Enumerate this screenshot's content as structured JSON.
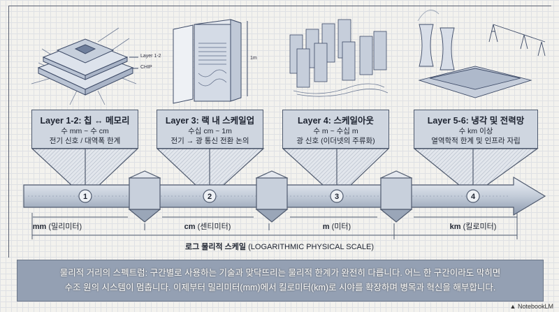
{
  "illustrations": {
    "chip_labels": [
      "Layer 1-2",
      "CHIP"
    ],
    "rack_height_label": "1m"
  },
  "layers": [
    {
      "title": "Layer 1-2: 칩 ↔ 메모리",
      "range": "수 mm ~ 수 cm",
      "note": "전기 신호 / 대역폭 한계",
      "marker": "1"
    },
    {
      "title": "Layer 3: 랙 내 스케일업",
      "range": "수십 cm ~ 1m",
      "note": "전기 → 광 통신 전환 논의",
      "marker": "2"
    },
    {
      "title": "Layer 4: 스케일아웃",
      "range": "수 m ~ 수십 m",
      "note": "광 신호 (이더넷의 주류화)",
      "marker": "3"
    },
    {
      "title": "Layer 5-6: 냉각 및 전력망",
      "range": "수 km 이상",
      "note": "열역학적 한계 및 인프라 자립",
      "marker": "4"
    }
  ],
  "units": [
    {
      "abbr": "mm",
      "name": "(밀리미터)"
    },
    {
      "abbr": "cm",
      "name": "(센티미터)"
    },
    {
      "abbr": "m",
      "name": "(미터)"
    },
    {
      "abbr": "km",
      "name": "(킬로미터)"
    }
  ],
  "scale": {
    "label_ko": "로그 물리적 스케일",
    "label_en": "(LOGARITHMIC PHYSICAL SCALE)"
  },
  "caption": {
    "line1": "물리적 거리의 스펙트럼: 구간별로 사용하는 기술과 맞닥뜨리는 물리적 한계가 완전히 다릅니다. 어느 한 구간이라도 막히면",
    "line2": "수조 원의 시스템이 멈춥니다. 이제부터 밀리미터(mm)에서 킬로미터(km)로 시야를 확장하며 병목과 혁신을 해부합니다."
  },
  "brand": "NotebookLM",
  "colors": {
    "box_fill": "#cfd6e0",
    "line": "#4f5a6e",
    "caption_bg": "#94a0b3"
  }
}
